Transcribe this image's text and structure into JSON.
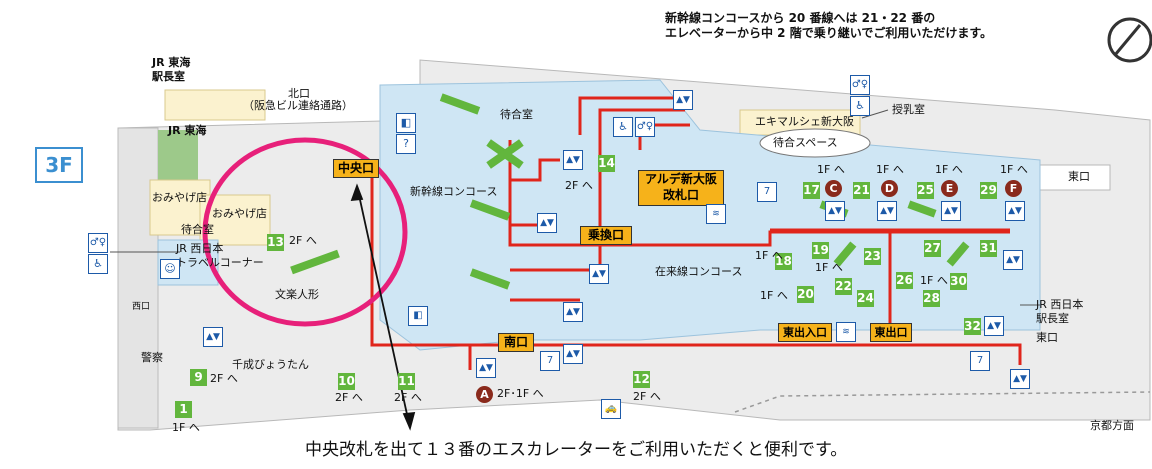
{
  "notice": {
    "line1": "新幹線コンコースから 20 番線へは 21・22 番の",
    "line2": "エレベーターから中 2 階で乗り継いでご利用いただけます。"
  },
  "floor": "3F",
  "gates": {
    "chuo": "中央口",
    "norikae": "乗換口",
    "minami": "南口",
    "arude_1": "アルデ新大阪",
    "arude_2": "改札口",
    "higashi_deiriguchi": "東出入口",
    "higashi_deguchi": "東出口"
  },
  "areas": {
    "jr_tokai_station_1": "JR 東海",
    "jr_tokai_station_2": "駅長室",
    "jr_tokai": "JR 東海",
    "kitaguchi_1": "北口",
    "kitaguchi_2": "（阪急ビル連絡通路）",
    "omiyage_1": "おみやげ店",
    "omiyage_2": "おみやげ店",
    "machiai_left": "待合室",
    "jr_west_travel_1": "JR 西日本",
    "jr_west_travel_2": "トラベルコーナー",
    "bunraku": "文楽人形",
    "machiai_center": "待合室",
    "shinkansen_concourse": "新幹線コンコース",
    "zairaisen_concourse": "在来線コンコース",
    "ekimarche": "エキマルシェ新大阪",
    "machiai_space": "待合スペース",
    "junyushitsu": "授乳室",
    "higashiguchi": "東口",
    "jr_west_station_1": "JR 西日本",
    "jr_west_station_2": "駅長室",
    "higashiguchi_2": "東口",
    "nishiguchi": "西口",
    "keisatsu": "警察",
    "senri_1": "千成びょうたん",
    "kyoto_direction": "京都方面"
  },
  "escalators": [
    "13",
    "9",
    "1",
    "10",
    "11",
    "12",
    "14",
    "17",
    "18",
    "19",
    "20",
    "21",
    "22",
    "23",
    "24",
    "25",
    "26",
    "27",
    "28",
    "29",
    "30",
    "31",
    "32"
  ],
  "escalator_labels": {
    "e13": "13",
    "e9": "9",
    "e1": "1",
    "e10": "10",
    "e11": "11",
    "e12": "12",
    "e14": "14",
    "e17": "17",
    "e18": "18",
    "e19": "19",
    "e20": "20",
    "e21": "21",
    "e22": "22",
    "e23": "23",
    "e24": "24",
    "e25": "25",
    "e26": "26",
    "e27": "27",
    "e28": "28",
    "e29": "29",
    "e30": "30",
    "e31": "31",
    "e32": "32"
  },
  "exit_letters": {
    "A": "A",
    "C": "C",
    "D": "D",
    "E": "E",
    "F": "F"
  },
  "direction_labels": {
    "to_2f_13": "2F へ",
    "to_2f_9": "2F へ",
    "to_1f_1": "1F へ",
    "to_2f_10": "2F へ",
    "to_2f_11": "2F へ",
    "to_2f_12": "2F へ",
    "to_2f_14": "2F へ",
    "a_dir": "2F･1F へ",
    "c_dir": "1F へ",
    "d_dir": "1F へ",
    "e_dir": "1F へ",
    "f_dir": "1F へ",
    "dir_18": "1F へ",
    "dir_19": "1F へ",
    "dir_20": "1F へ",
    "dir_30": "1F へ"
  },
  "caption": "中央改札を出て１３番のエスカレーターをご利用いただくと便利です。",
  "colors": {
    "concourse_blue": "#cfe6f4",
    "floor_grey": "#ececec",
    "shop_yellow": "#fbf2cf",
    "route_red": "#e0251b",
    "gate_orange": "#f6b21a",
    "escalator_green": "#62b63d",
    "circle_pink": "#e7207a",
    "floor_badge_blue": "#3b8fd0"
  }
}
